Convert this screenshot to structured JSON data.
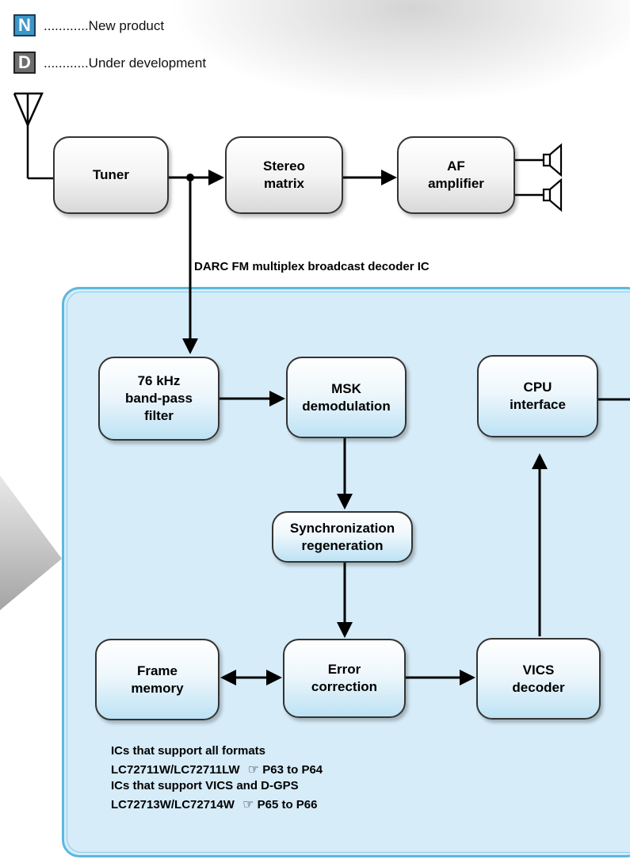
{
  "legend": [
    {
      "badge": "N",
      "text": "............New product"
    },
    {
      "badge": "D",
      "text": "............Under development"
    }
  ],
  "diagram_title": "DARC FM multiplex broadcast decoder IC",
  "blocks": {
    "tuner": "Tuner",
    "stereo_matrix": "Stereo\nmatrix",
    "af_amplifier": "AF\namplifier",
    "bandpass_filter": "76 kHz\nband-pass\nfilter",
    "msk_demodulation": "MSK\ndemodulation",
    "cpu_interface": "CPU\ninterface",
    "sync_regeneration": "Synchronization\nregeneration",
    "frame_memory": "Frame\nmemory",
    "error_correction": "Error\ncorrection",
    "vics_decoder": "VICS\ndecoder"
  },
  "notes": [
    {
      "text": "ICs that support all formats"
    },
    {
      "text": "LC72711W/LC72711LW",
      "pointer": "☞",
      "ref": "P63 to P64"
    },
    {
      "text": "ICs that support VICS and D-GPS"
    },
    {
      "text": "LC72713W/LC72714W",
      "pointer": "☞",
      "ref": "P65 to P66"
    }
  ],
  "colors": {
    "panel_fill": "#d6ecf8",
    "panel_border": "#5cb8e0",
    "new_badge": "#3c96c8",
    "dev_badge": "#6d6d6d"
  }
}
